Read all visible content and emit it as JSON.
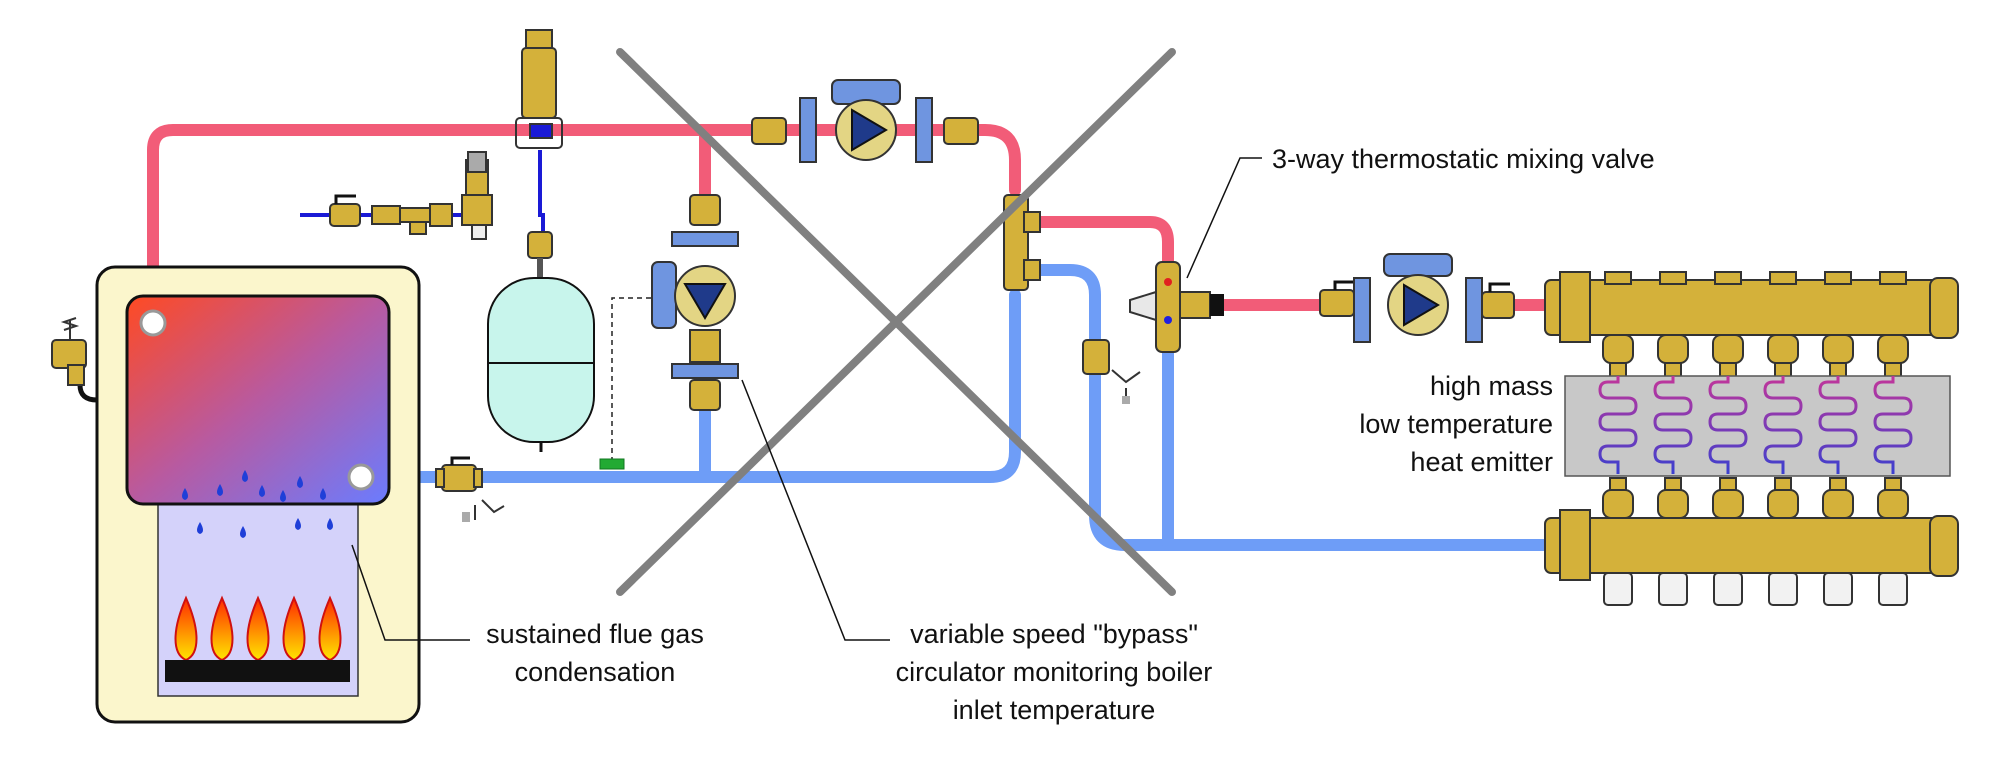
{
  "labels": {
    "mixing_valve": "3-way thermostatic mixing valve",
    "emitter_line1": "high mass",
    "emitter_line2": "low temperature",
    "emitter_line3": "heat emitter",
    "condensation_line1": "sustained flue gas",
    "condensation_line2": "condensation",
    "bypass_line1": "variable speed \"bypass\"",
    "bypass_line2": "circulator monitoring boiler",
    "bypass_line3": "inlet temperature"
  },
  "colors": {
    "supply_pipe": "#f25c78",
    "return_pipe": "#6e9df7",
    "brass": "#d4b13a",
    "pump_body": "#6f95e0",
    "cross_mark": "#808080",
    "boiler_cabinet": "#fbf6cc",
    "expansion_tank": "#c8f5ec",
    "emitter_block": "#c8c8c8"
  },
  "icons": [
    "boiler-icon",
    "circulator-pump-icon",
    "expansion-tank-icon",
    "mixing-valve-icon",
    "manifold-icon",
    "flame-icon",
    "ball-valve-icon",
    "air-vent-icon"
  ]
}
